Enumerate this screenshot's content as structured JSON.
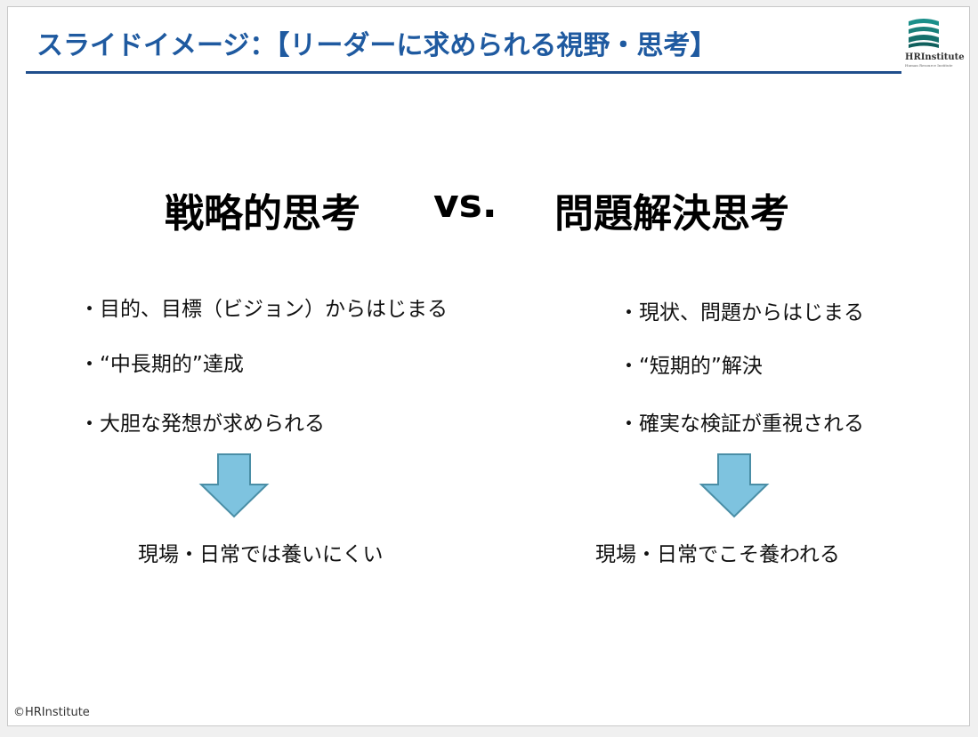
{
  "slide": {
    "title": "スライドイメージ：【リーダーに求められる視野・思考】",
    "logo_text": "HRInstitute",
    "logo_sub": "Human Resource Institute",
    "copyright": "©HRInstitute"
  },
  "left": {
    "heading": "戦略的思考",
    "bullets": [
      "・目的、目標（ビジョン）からはじまる",
      "・“中長期的”達成",
      "・大胆な発想が求められる"
    ],
    "result": "現場・日常では養いにくい"
  },
  "vs": "vs.",
  "right": {
    "heading": "問題解決思考",
    "bullets": [
      "・現状、問題からはじまる",
      "・“短期的”解決",
      "・確実な検証が重視される"
    ],
    "result": "現場・日常でこそ養われる"
  },
  "colors": {
    "title": "#1f5aa0",
    "rule": "#1f4e8c",
    "arrow_fill": "#7ec3df",
    "arrow_stroke": "#4a8ea6",
    "logo_teal": "#1a8f8a"
  }
}
